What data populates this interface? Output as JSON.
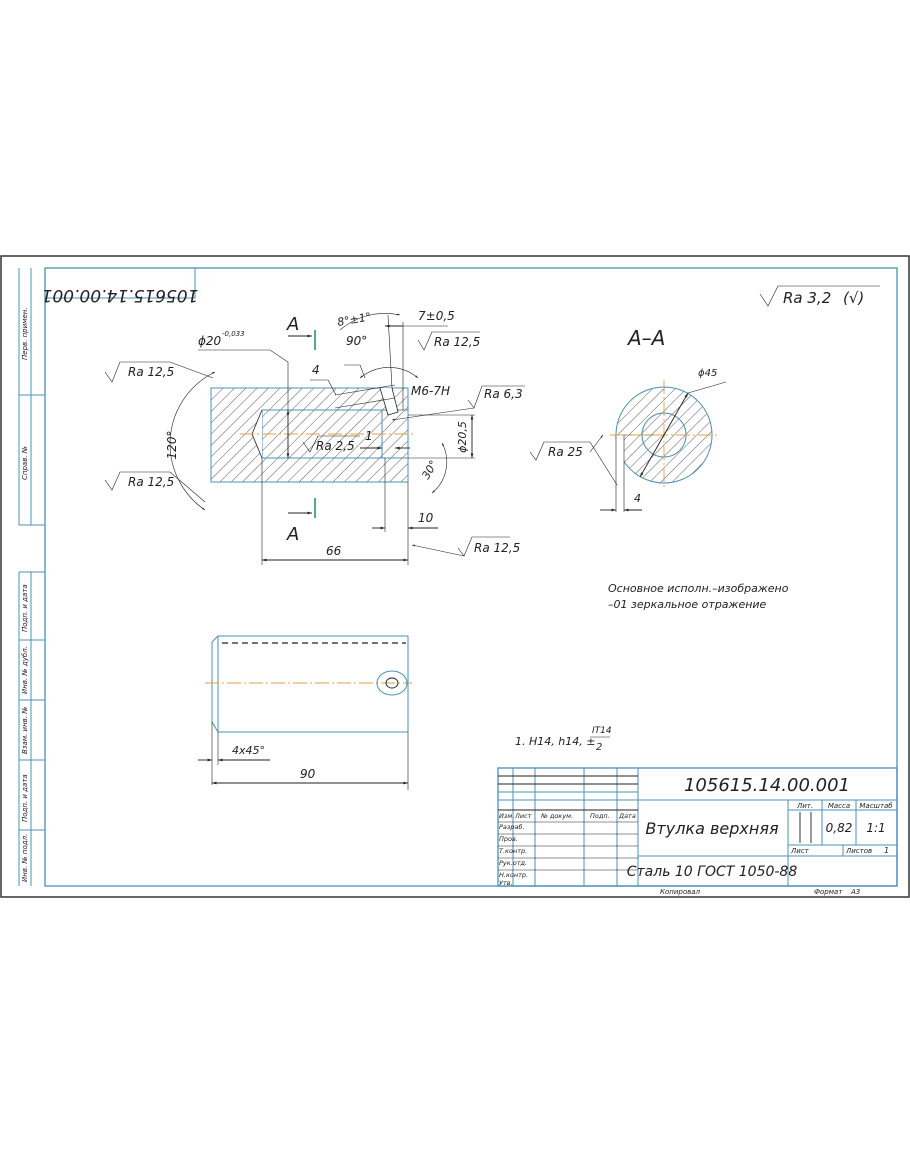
{
  "drawing": {
    "document_number": "105615.14.00.001",
    "document_number_mirrored": "105615.14.00.001",
    "general_roughness": "Ra 3,2",
    "general_roughness_suffix": "(√)",
    "section_marker": "A",
    "section_title": "А–А",
    "main_view": {
      "bore_diameter": "ϕ20",
      "bore_tolerance": "-0,033",
      "angle_120": "120°",
      "angle_90": "90°",
      "angle_8": "8°±1°",
      "dim_7": "7±0,5",
      "thread": "М6-7Н",
      "dim_4": "4",
      "dim_1": "1",
      "dim_20_5": "ϕ20,5",
      "angle_30": "30°",
      "dim_10": "10",
      "dim_66": "66",
      "roughness_top_left": "Ra 12,5",
      "roughness_bottom_left": "Ra 12,5",
      "roughness_top_right": "Ra 12,5",
      "roughness_thread": "Ra 6,3",
      "roughness_bore": "Ra 2,5",
      "roughness_end": "Ra 12,5"
    },
    "section_view": {
      "diameter": "ϕ45",
      "slot_width": "4",
      "roughness": "Ra 25"
    },
    "side_view": {
      "chamfer": "4x45°",
      "length": "90"
    },
    "notes": {
      "variant_line1": "Основное исполн.–изображено",
      "variant_line2": "–01 зеркальное отражение",
      "tolerance_note_prefix": "1. H14, h14, ±",
      "tolerance_numerator": "IT14",
      "tolerance_denominator": "2"
    }
  },
  "side_frame": {
    "labels": [
      "Перв. примен.",
      "Справ. №",
      "Подп. и дата",
      "Инв. № дубл.",
      "Взам. инв. №",
      "Подп. и дата",
      "Инв. № подл."
    ]
  },
  "title_block": {
    "designation": "105615.14.00.001",
    "part_name": "Втулка верхняя",
    "material": "Сталь 10 ГОСТ 1050-88",
    "header_cols": [
      "Изм.",
      "Лист",
      "№ докум.",
      "Подп.",
      "Дата"
    ],
    "roles": [
      "Разраб.",
      "Пров.",
      "Т.контр.",
      "Рук.отд.",
      "Н.контр.",
      "Утв."
    ],
    "lit_label": "Лит.",
    "mass_label": "Масса",
    "scale_label": "Масштаб",
    "mass_value": "0,82",
    "scale_value": "1:1",
    "sheet_label": "Лист",
    "sheets_label": "Листов",
    "sheets_value": "1",
    "copied_label": "Копировал",
    "format_label": "Формат",
    "format_value": "А3"
  }
}
